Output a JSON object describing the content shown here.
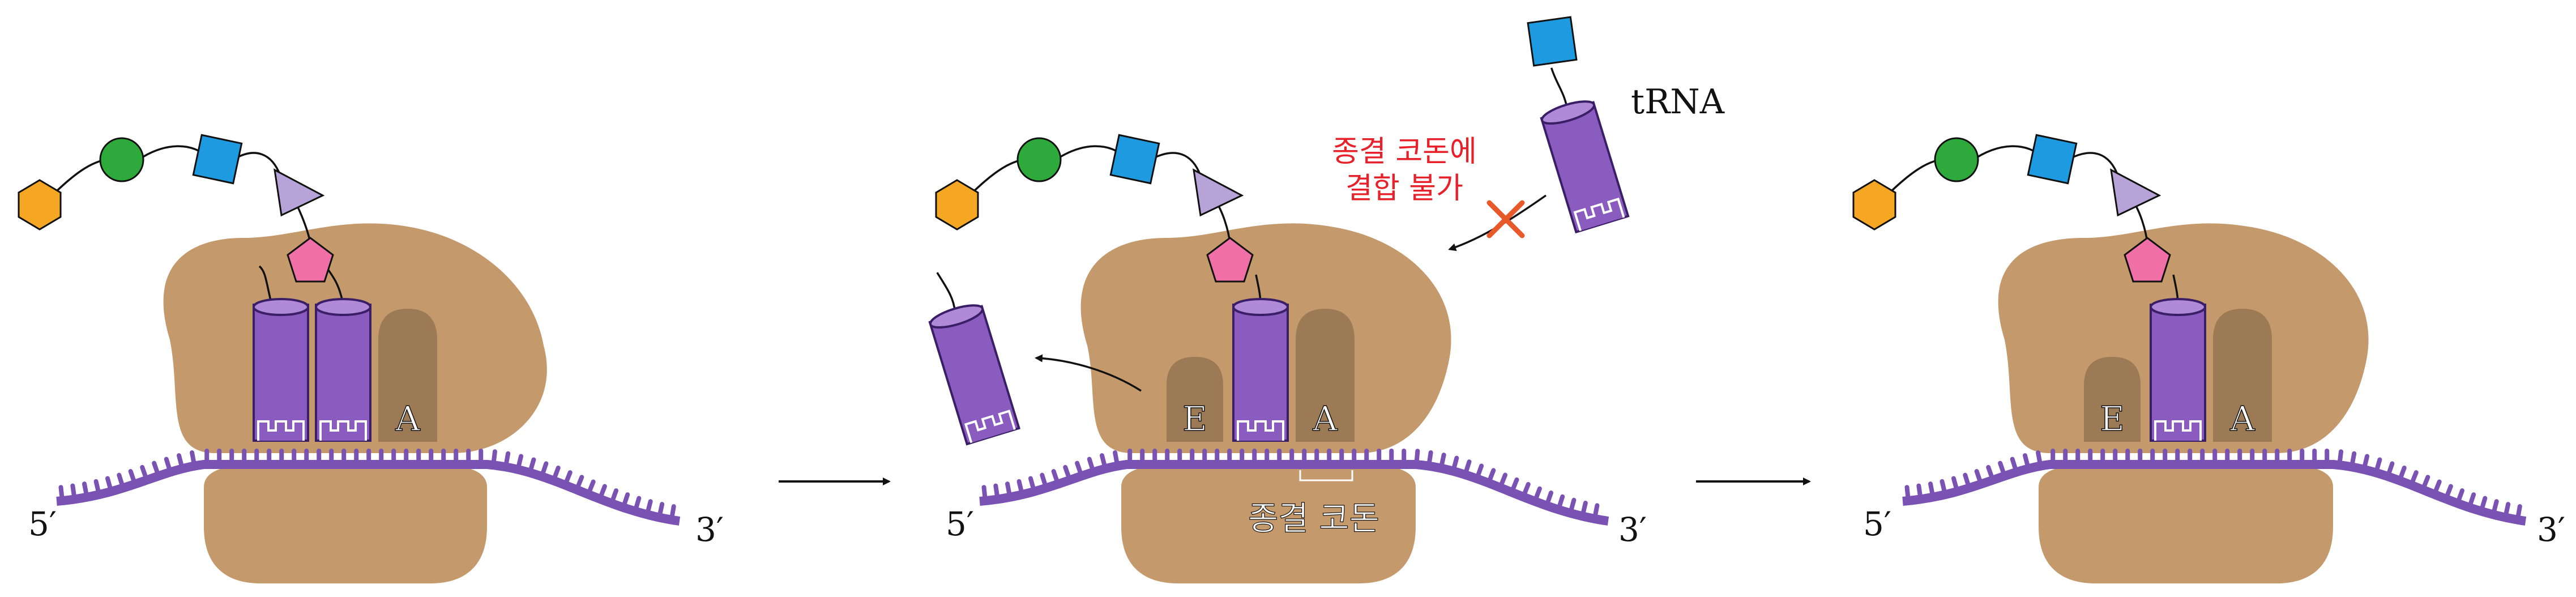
{
  "labels": {
    "five_prime": "5′",
    "three_prime": "3′",
    "site_e": "E",
    "site_a": "A",
    "trna": "tRNA",
    "stop_codon": "종결 코돈",
    "cannot_bind_line1": "종결 코돈에",
    "cannot_bind_line2": "결합 불가"
  },
  "colors": {
    "ribosome": "#c49a6c",
    "site_slot": "#9c7a55",
    "mrna": "#7a52b3",
    "trna_body": "#8a5cbf",
    "trna_top": "#b08ad9",
    "hexagon": "#f5a623",
    "circle": "#2eaa3c",
    "square": "#1e9ae0",
    "triangle": "#b8a3d9",
    "pentagon": "#f06fa6",
    "warning_text": "#e8202a",
    "cross": "#e85a2a"
  },
  "icons": {
    "peptide_chain": [
      "hexagon",
      "circle",
      "square",
      "triangle",
      "pentagon"
    ],
    "blocked": "cross-icon",
    "arrow": "arrow-right-icon"
  }
}
